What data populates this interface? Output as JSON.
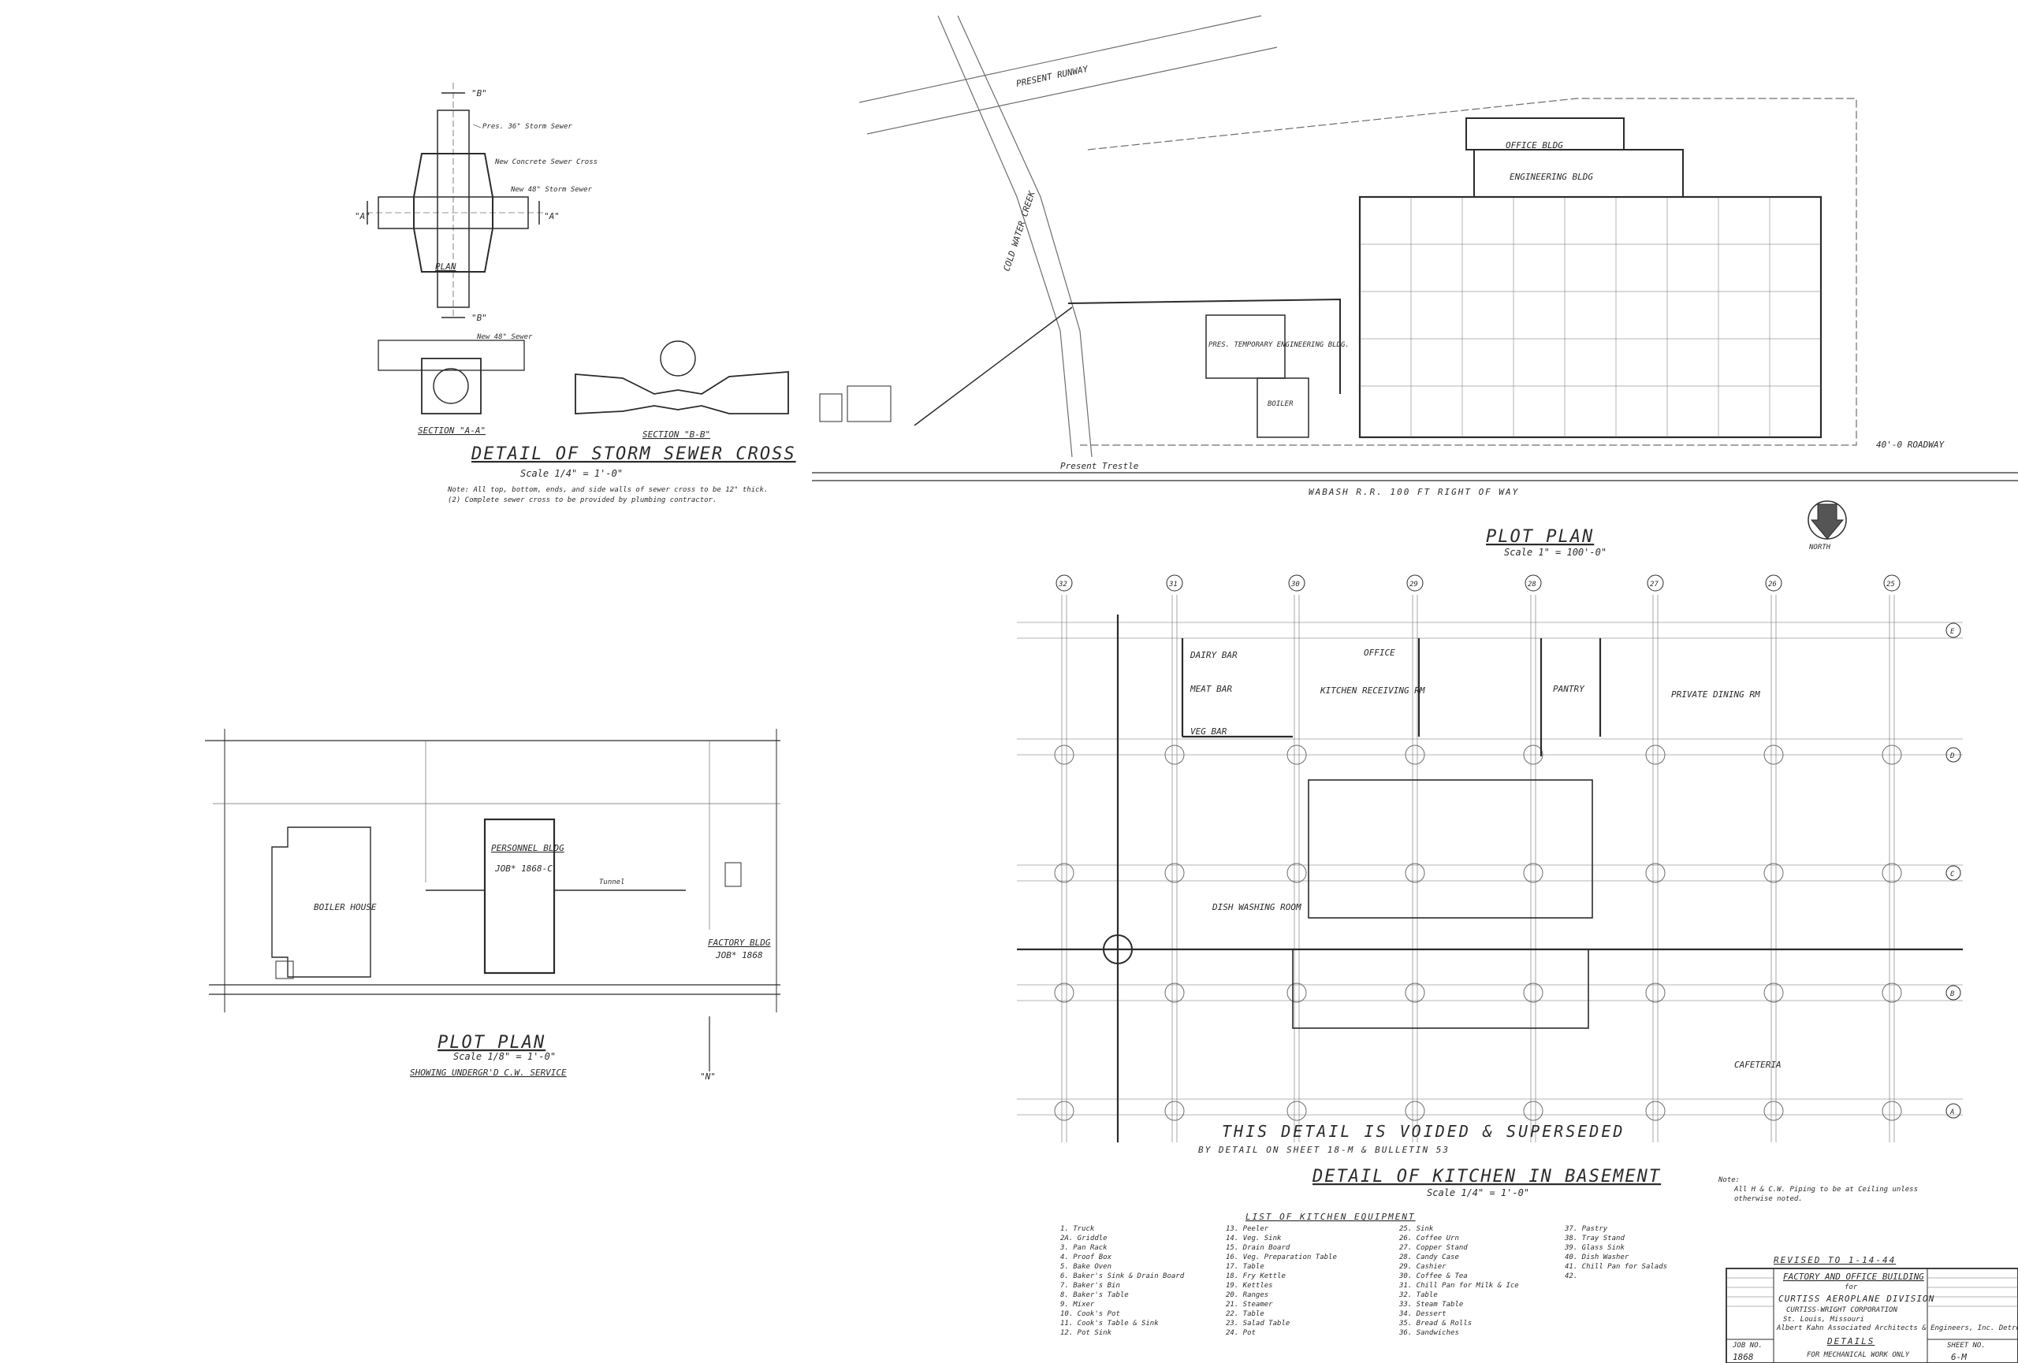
{
  "storm_sewer": {
    "title": "DETAIL OF STORM SEWER CROSS",
    "scale": "Scale 1/4\" = 1'-0\"",
    "note1": "Note: All top, bottom, ends, and side walls of sewer cross to be 12\" thick.",
    "note2": "(2) Complete sewer cross to be provided by plumbing contractor.",
    "plan_label": "PLAN",
    "section_a": "SECTION \"A-A\"",
    "section_b": "SECTION \"B-B\"",
    "cut_b": "\"B\"",
    "cut_a": "\"A\"",
    "callout_sewer36": "Pres. 36\" Storm Sewer",
    "callout_concrete": "New Concrete Sewer Cross",
    "callout_new48": "New 48\" Storm Sewer",
    "callout_sewer": "New 48\" Sewer"
  },
  "plot_plan_main": {
    "title": "PLOT PLAN",
    "scale": "Scale 1\" = 100'-0\"",
    "runway": "PRESENT RUNWAY",
    "creek": "COLD WATER CREEK",
    "railroad": "WABASH R.R. 100 FT RIGHT OF WAY",
    "office": "OFFICE BLDG",
    "engineering": "ENGINEERING BLDG",
    "boiler": "BOILER",
    "temp_eng": "PRES. TEMPORARY ENGINEERING BLDG.",
    "north": "NORTH",
    "present_trestle": "Present Trestle",
    "roadway": "40'-0 ROADWAY"
  },
  "plot_plan_small": {
    "title": "PLOT PLAN",
    "scale": "Scale 1/8\" = 1'-0\"",
    "subtitle": "SHOWING UNDERGR'D C.W. SERVICE",
    "boiler_house": "BOILER HOUSE",
    "personnel": "PERSONNEL BLDG",
    "personnel_job": "JOB* 1868-C",
    "factory": "FACTORY BLDG",
    "factory_job": "JOB* 1868",
    "tunnel": "Tunnel",
    "north": "\"N\""
  },
  "kitchen": {
    "title": "DETAIL OF KITCHEN IN BASEMENT",
    "scale": "Scale 1/4\" = 1'-0\"",
    "void_line1": "THIS DETAIL IS VOIDED & SUPERSEDED",
    "void_line2": "BY DETAIL ON SHEET 18-M & BULLETIN 53",
    "columns": [
      "32",
      "31",
      "30",
      "29",
      "28",
      "27",
      "26",
      "25"
    ],
    "rows": [
      "E",
      "D",
      "C",
      "B",
      "A"
    ],
    "rooms": {
      "dairy": "DAIRY BAR",
      "meat": "MEAT BAR",
      "veg": "VEG BAR",
      "office": "OFFICE",
      "receiving": "KITCHEN RECEIVING RM",
      "pantry": "PANTRY",
      "private": "PRIVATE DINING RM",
      "dish": "DISH WASHING ROOM",
      "cafeteria": "CAFETERIA"
    },
    "note_label": "Note:",
    "note_text1": "All H & C.W. Piping to be at Ceiling unless",
    "note_text2": "otherwise noted."
  },
  "equipment": {
    "title": "LIST OF KITCHEN EQUIPMENT",
    "col1": [
      "1. Truck",
      "2A. Griddle",
      "3. Pan Rack",
      "4. Proof Box",
      "5. Bake Oven",
      "6. Baker's Sink & Drain Board",
      "7. Baker's Bin",
      "8. Baker's Table",
      "9. Mixer",
      "10. Cook's Pot",
      "11. Cook's Table & Sink",
      "12. Pot Sink"
    ],
    "col2": [
      "13. Peeler",
      "14. Veg. Sink",
      "15. Drain Board",
      "16. Veg. Preparation Table",
      "17. Table",
      "18. Fry Kettle",
      "19. Kettles",
      "20. Ranges",
      "21. Steamer",
      "22. Table",
      "23. Salad Table",
      "24. Pot"
    ],
    "col3": [
      "25. Sink",
      "26. Coffee Urn",
      "27. Copper Stand",
      "28. Candy Case",
      "29. Cashier",
      "30. Coffee & Tea",
      "31. Chill Pan for Milk & Ice",
      "32. Table",
      "33. Steam Table",
      "34. Dessert",
      "35. Bread & Rolls",
      "36. Sandwiches"
    ],
    "col4": [
      "37. Pastry",
      "38. Tray Stand",
      "39. Glass Sink",
      "40. Dish Washer",
      "41. Chill Pan for Salads",
      "42."
    ]
  },
  "title_block": {
    "revised": "REVISED TO 1-14-44",
    "project": "FACTORY AND OFFICE BUILDING",
    "for": "for",
    "client": "CURTISS AEROPLANE DIVISION",
    "corp": "CURTISS-WRIGHT CORPORATION",
    "location": "St. Louis, Missouri",
    "architect": "Albert Kahn Associated Architects & Engineers, Inc. Detroit, Mich.",
    "sheet_title": "DETAILS",
    "discipline": "FOR MECHANICAL WORK ONLY",
    "job_label": "JOB NO.",
    "job_no": "1868",
    "sheet_label": "SHEET NO.",
    "sheet_no": "6-M"
  }
}
